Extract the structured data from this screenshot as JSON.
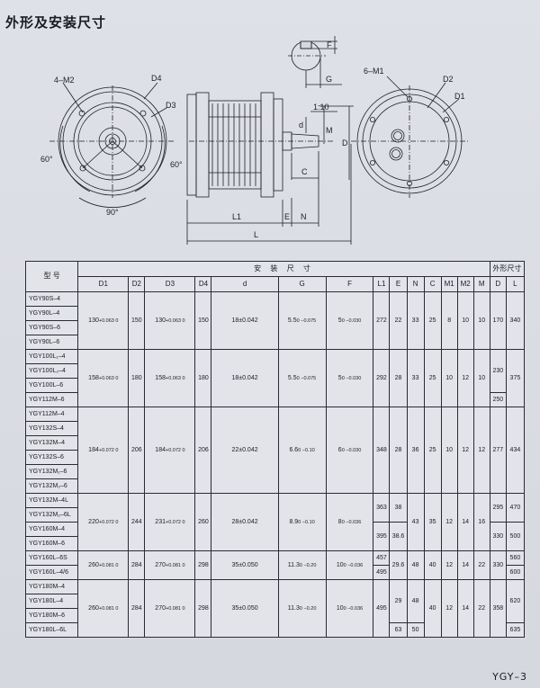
{
  "title": "外形及安装尺寸",
  "footer": "YGY–3",
  "drawing_labels": {
    "m2": "4–M2",
    "d4": "D4",
    "d3": "D3",
    "a60_left": "60°",
    "a60_right": "60°",
    "a90": "90°",
    "f": "F",
    "g": "G",
    "m1": "6–M1",
    "d2": "D2",
    "d1": "D1",
    "taper": "1:10",
    "d_small": "d",
    "m": "M",
    "d_big": "D",
    "c": "C",
    "l1": "L1",
    "e": "E",
    "n": "N",
    "l": "L"
  },
  "table": {
    "header": {
      "model": "型 号",
      "install": "安 装 尺 寸",
      "outline": "外形尺寸",
      "cols": [
        "D1",
        "D2",
        "D3",
        "D4",
        "d",
        "G",
        "F",
        "L1",
        "E",
        "N",
        "C",
        "M1",
        "M2",
        "M",
        "D",
        "L"
      ]
    },
    "models": [
      "YGY90S–4",
      "YGY90L–4",
      "YGY90S–6",
      "YGY90L–6",
      "YGY100L₁–4",
      "YGY100L₂–4",
      "YGY100L–6",
      "YGY112M–6",
      "YGY112M–4",
      "YGY132S–4",
      "YGY132M–4",
      "YGY132S–6",
      "YGY132M₁–6",
      "YGY132M₂–6",
      "YGY132M–4L",
      "YGY132M₂–6L",
      "YGY160M–4",
      "YGY160M–6",
      "YGY160L–6S",
      "YGY160L–4/6",
      "YGY180M–4",
      "YGY180L–4",
      "YGY180M–6",
      "YGY180L–6L"
    ],
    "g1": {
      "D1": "130",
      "D1_tol": "+0.063 0",
      "D2": "150",
      "D3": "130",
      "D3_tol": "+0.063 0",
      "D4": "150",
      "d": "18±0.042",
      "G": "5.5",
      "G_tol": "0 −0.075",
      "F": "5",
      "F_tol": "0 −0.030",
      "L1": "272",
      "E": "22",
      "N": "33",
      "C": "25",
      "M1": "8",
      "M2": "10",
      "M": "10",
      "D": "170",
      "L": "340"
    },
    "g2": {
      "D1": "158",
      "D1_tol": "+0.063 0",
      "D2": "180",
      "D3": "158",
      "D3_tol": "+0.063 0",
      "D4": "180",
      "d": "18±0.042",
      "G": "5.5",
      "G_tol": "0 −0.075",
      "F": "5",
      "F_tol": "0 −0.030",
      "L1": "292",
      "E": "28",
      "N": "33",
      "C": "25",
      "M1": "10",
      "M2": "12",
      "M": "10",
      "D_a": "230",
      "D_b": "250",
      "L": "375"
    },
    "g3": {
      "D1": "184",
      "D1_tol": "+0.072 0",
      "D2": "206",
      "D3": "184",
      "D3_tol": "+0.072 0",
      "D4": "206",
      "d": "22±0.042",
      "G": "6.6",
      "G_tol": "0 −0.10",
      "F": "6",
      "F_tol": "0 −0.030",
      "L1": "348",
      "E": "28",
      "N": "36",
      "C": "25",
      "M1": "10",
      "M2": "12",
      "M": "12",
      "D": "277",
      "L": "434"
    },
    "g4": {
      "D1": "220",
      "D1_tol": "+0.072 0",
      "D2": "244",
      "D3": "231",
      "D3_tol": "+0.072 0",
      "D4": "260",
      "d": "28±0.042",
      "G": "8.9",
      "G_tol": "0 −0.10",
      "F": "8",
      "F_tol": "0 −0.036",
      "L1_a": "363",
      "L1_b": "395",
      "E_a": "38",
      "E_b": "38.6",
      "N": "43",
      "C": "35",
      "M1": "12",
      "M2": "14",
      "M": "16",
      "D_a": "295",
      "D_b": "330",
      "L_a": "470",
      "L_b": "500"
    },
    "g5": {
      "D1": "260",
      "D1_tol": "+0.081 0",
      "D2": "284",
      "D3": "270",
      "D3_tol": "+0.081 0",
      "D4": "298",
      "d": "35±0.050",
      "G": "11.3",
      "G_tol": "0 −0.20",
      "F": "10",
      "F_tol": "0 −0.036",
      "L1_a": "457",
      "L1_b": "495",
      "E": "29.6",
      "N": "48",
      "C": "40",
      "M1": "12",
      "M2": "14",
      "M": "22",
      "D": "330",
      "L_a": "560",
      "L_b": "600"
    },
    "g6": {
      "D1": "260",
      "D1_tol": "+0.081 0",
      "D2": "284",
      "D3": "270",
      "D3_tol": "+0.081 0",
      "D4": "298",
      "d": "35±0.050",
      "G": "11.3",
      "G_tol": "0 −0.20",
      "F": "10",
      "F_tol": "0 −0.036",
      "L1": "495",
      "E_a": "29",
      "E_b": "63",
      "N_a": "48",
      "N_b": "50",
      "C": "40",
      "M1": "12",
      "M2": "14",
      "M": "22",
      "D": "358",
      "L_a": "620",
      "L_b": "635"
    }
  }
}
